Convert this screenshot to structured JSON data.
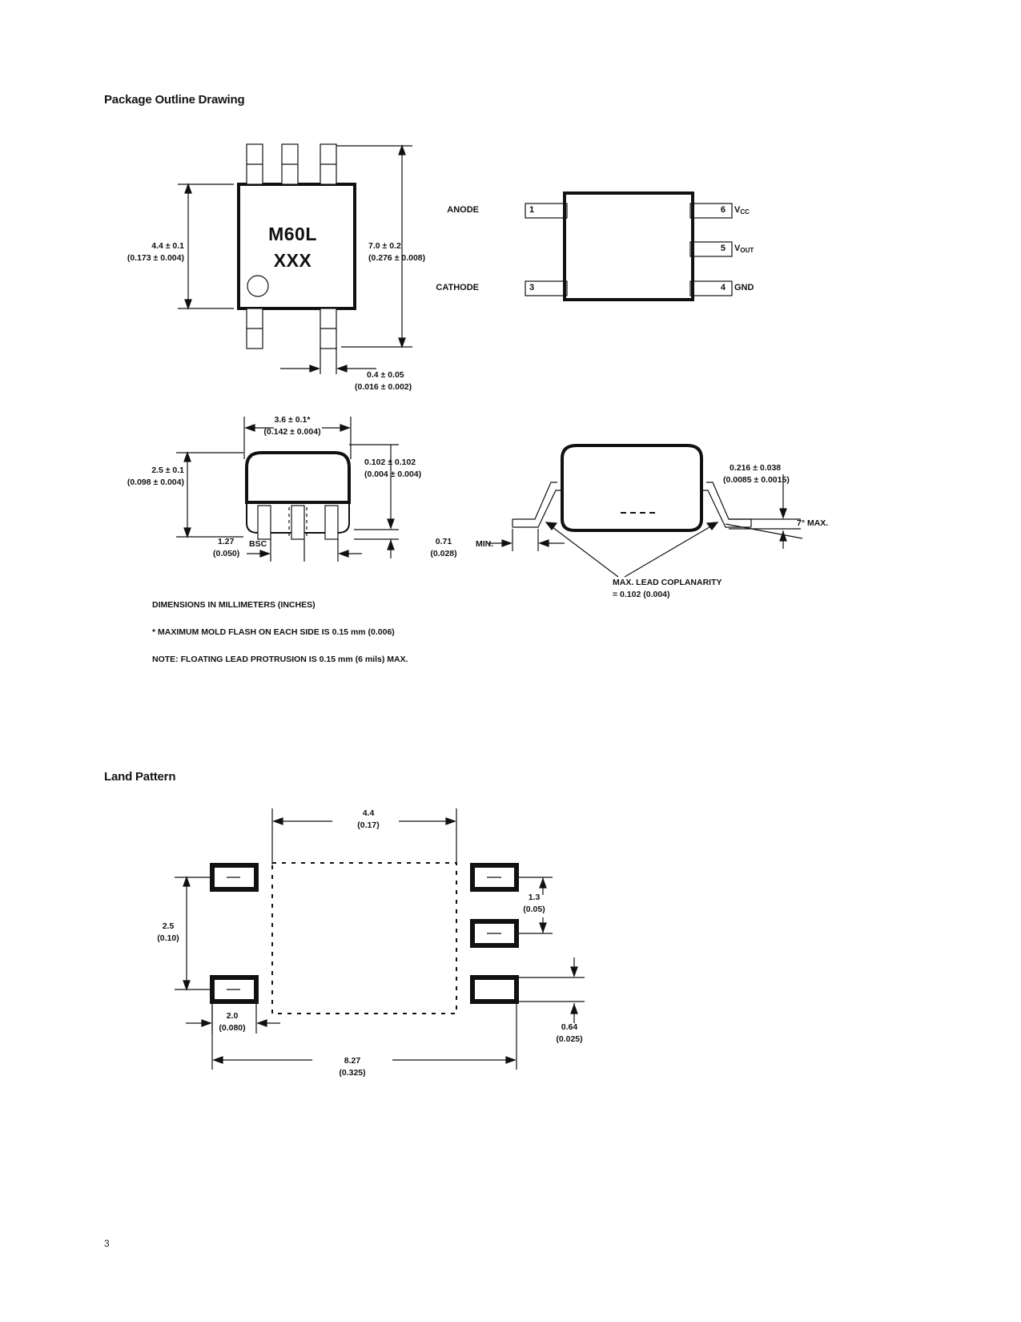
{
  "page": {
    "number": "3"
  },
  "sections": {
    "package_outline": "Package Outline Drawing",
    "land_pattern": "Land Pattern"
  },
  "package_marking": {
    "line1": "M60L",
    "line2": "XXX"
  },
  "top_view_dims": {
    "width_mm": "4.4 ± 0.1",
    "width_in": "(0.173 ± 0.004)",
    "length_mm": "7.0 ± 0.2",
    "length_in": "(0.276 ± 0.008)",
    "lead_width_mm": "0.4 ± 0.05",
    "lead_width_in": "(0.016 ± 0.002)"
  },
  "pinout": {
    "left_pins": [
      {
        "label": "ANODE",
        "number": "1"
      },
      {
        "label": "CATHODE",
        "number": "3"
      }
    ],
    "right_pins": [
      {
        "number": "6",
        "label_main": "V",
        "label_sub": "CC"
      },
      {
        "number": "5",
        "label_main": "V",
        "label_sub": "OUT"
      },
      {
        "number": "4",
        "label_main": "GND",
        "label_sub": ""
      }
    ]
  },
  "side_view_dims": {
    "body_width_mm": "3.6 ± 0.1*",
    "body_width_in": "(0.142 ± 0.004)",
    "body_height_mm": "2.5 ± 0.1",
    "body_height_in": "(0.098 ± 0.004)",
    "standoff_mm": "0.102 ± 0.102",
    "standoff_in": "(0.004 ± 0.004)",
    "pitch_mm": "1.27",
    "pitch_bsc": "BSC",
    "pitch_in": "(0.050)"
  },
  "end_view_dims": {
    "foot_length_mm": "0.71",
    "foot_length_in": "(0.028)",
    "foot_length_qual": "MIN.",
    "lead_thickness_mm": "0.216 ± 0.038",
    "lead_thickness_in": "(0.0085 ± 0.0015)",
    "lead_angle": "7° MAX.",
    "coplanarity_line1": "MAX. LEAD COPLANARITY",
    "coplanarity_line2": "= 0.102 (0.004)"
  },
  "notes": [
    "DIMENSIONS IN MILLIMETERS (INCHES)",
    "* MAXIMUM MOLD FLASH ON EACH SIDE IS 0.15 mm (0.006)",
    "NOTE: FLOATING LEAD PROTRUSION IS 0.15 mm (6 mils) MAX."
  ],
  "land_pattern_dims": {
    "inner_width_mm": "4.4",
    "inner_width_in": "(0.17)",
    "pad_span_mm": "2.5",
    "pad_span_in": "(0.10)",
    "pad_length_mm": "2.0",
    "pad_length_in": "(0.080)",
    "pad_gap_mm": "1.3",
    "pad_gap_in": "(0.05)",
    "pad_height_mm": "0.64",
    "pad_height_in": "(0.025)",
    "overall_mm": "8.27",
    "overall_in": "(0.325)"
  },
  "colors": {
    "ink": "#111111",
    "paper": "#ffffff"
  }
}
